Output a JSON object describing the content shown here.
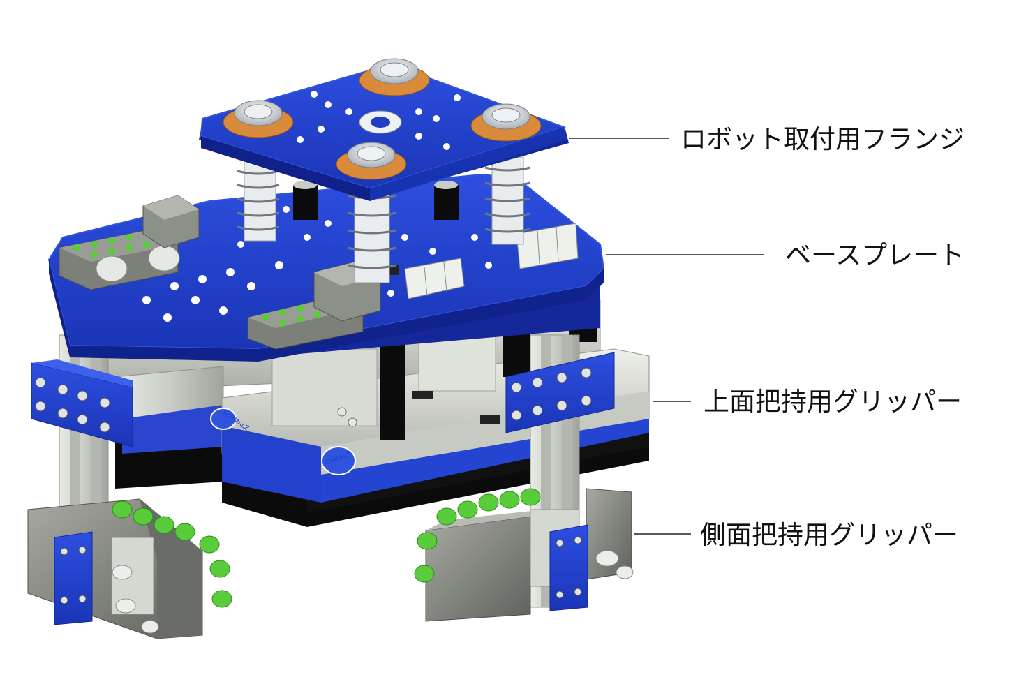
{
  "colors": {
    "plate_blue": "#1f3ec4",
    "plate_blue_dark": "#14289a",
    "plate_edge": "#2f55e0",
    "aluminum": "#cfd3cc",
    "aluminum_dark": "#9ea39b",
    "rubber_black": "#0b0b0b",
    "bronze": "#d98a3a",
    "module_gray": "#7d7f79",
    "fitting_green": "#59cc3a",
    "leader_line": "#222222"
  },
  "callouts": [
    {
      "id": "robot-flange",
      "label": "ロボット取付用フランジ"
    },
    {
      "id": "base-plate",
      "label": "ベースプレート"
    },
    {
      "id": "top-gripper",
      "label": "上面把持用グリッパー"
    },
    {
      "id": "side-gripper",
      "label": "側面把持用グリッパー"
    }
  ],
  "brand_marks": [
    "SCHMALZ",
    "SCHMALZ"
  ]
}
